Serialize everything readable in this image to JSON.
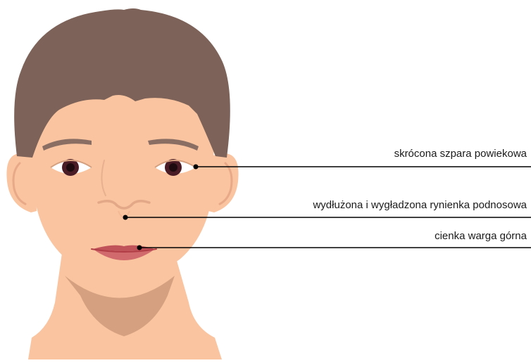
{
  "colors": {
    "skin": "#f9c49f",
    "skin_shadow": "#d4a07f",
    "hair": "#7c6258",
    "brow": "#8a6e64",
    "iris": "#4a1d26",
    "lip": "#d16a6c",
    "lip_line": "#b13e47",
    "ear_inner": "#e8a989",
    "label_line": "#000000"
  },
  "annotations": [
    {
      "id": "eye",
      "label": "skrócona szpara powiekowa",
      "feature": "palpebral-fissure"
    },
    {
      "id": "philtrum",
      "label": "wydłużona i wygładzona rynienka podnosowa",
      "feature": "philtrum"
    },
    {
      "id": "lip",
      "label": "cienka warga górna",
      "feature": "upper-lip"
    }
  ]
}
